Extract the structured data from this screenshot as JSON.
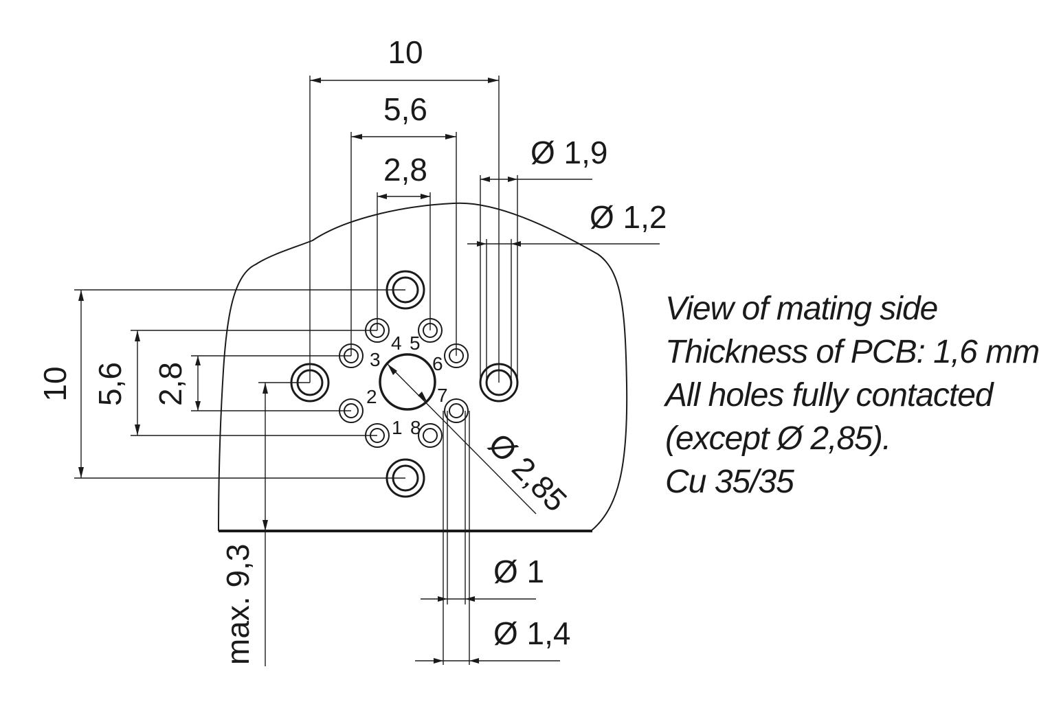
{
  "dimensions": {
    "top_outer_width": "10",
    "top_mid_width": "5,6",
    "top_inner_width": "2,8",
    "pad_outer_diameter": "Ø 1,9",
    "pad_hole_diameter": "Ø 1,2",
    "left_outer_height": "10",
    "left_mid_height": "5,6",
    "left_inner_height": "2,8",
    "center_hole_diameter": "Ø 2,85",
    "small_hole_diameter": "Ø 1",
    "small_pad_diameter": "Ø 1,4",
    "max_height": "max. 9,3"
  },
  "pin_labels": [
    "1",
    "2",
    "3",
    "4",
    "5",
    "6",
    "7",
    "8"
  ],
  "notes": [
    "View of mating side",
    "Thickness of PCB: 1,6 mm",
    "All holes fully contacted",
    "(except Ø 2,85).",
    "Cu 35/35"
  ],
  "colors": {
    "ink": "#1a1a1a",
    "background": "#ffffff"
  }
}
